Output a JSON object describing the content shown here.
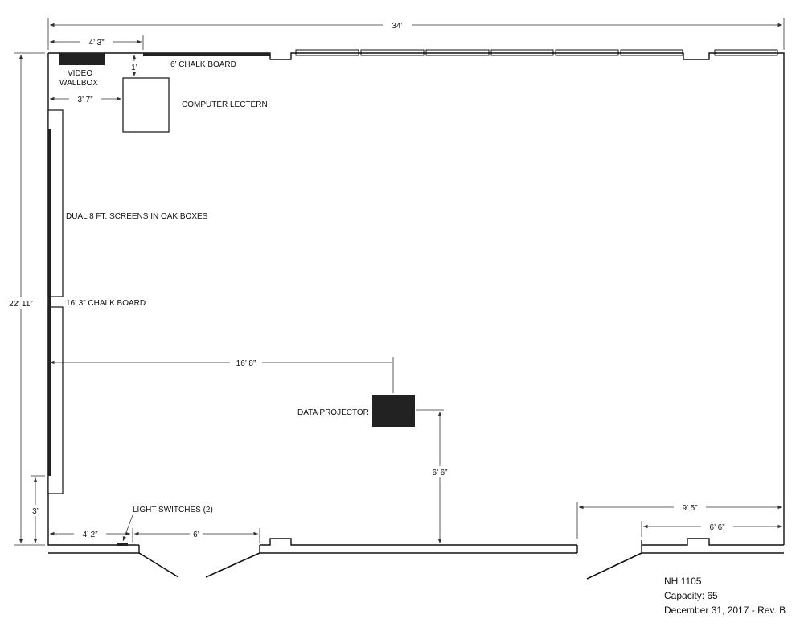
{
  "plan": {
    "labels": {
      "video_wallbox": [
        "VIDEO",
        "WALLBOX"
      ],
      "chalkboard_top": "6’ CHALK BOARD",
      "computer_lectern": "COMPUTER LECTERN",
      "dual_screens": "DUAL 8 FT. SCREENS IN OAK BOXES",
      "chalkboard_left": "16’ 3” CHALK BOARD",
      "data_projector": "DATA PROJECTOR",
      "light_switches": "LIGHT SWITCHES (2)"
    },
    "dimensions": {
      "overall_width": "34’",
      "overall_depth": "22’ 11”",
      "wallbox_offset": "4’ 3”",
      "lectern_gap": "1’",
      "lectern_offset": "3’ 7”",
      "projector_from_wall": "16’ 8”",
      "projector_from_back": "6’ 6”",
      "door_left_offset": "4’ 2”",
      "door_left_width": "6’",
      "screen_bottom": "3’",
      "door_right_offset": "9’ 5”",
      "door_right_width": "6’ 6”"
    }
  },
  "info": {
    "room": "NH 1105",
    "capacity": "Capacity: 65",
    "date": "December 31, 2017 - Rev. B"
  }
}
